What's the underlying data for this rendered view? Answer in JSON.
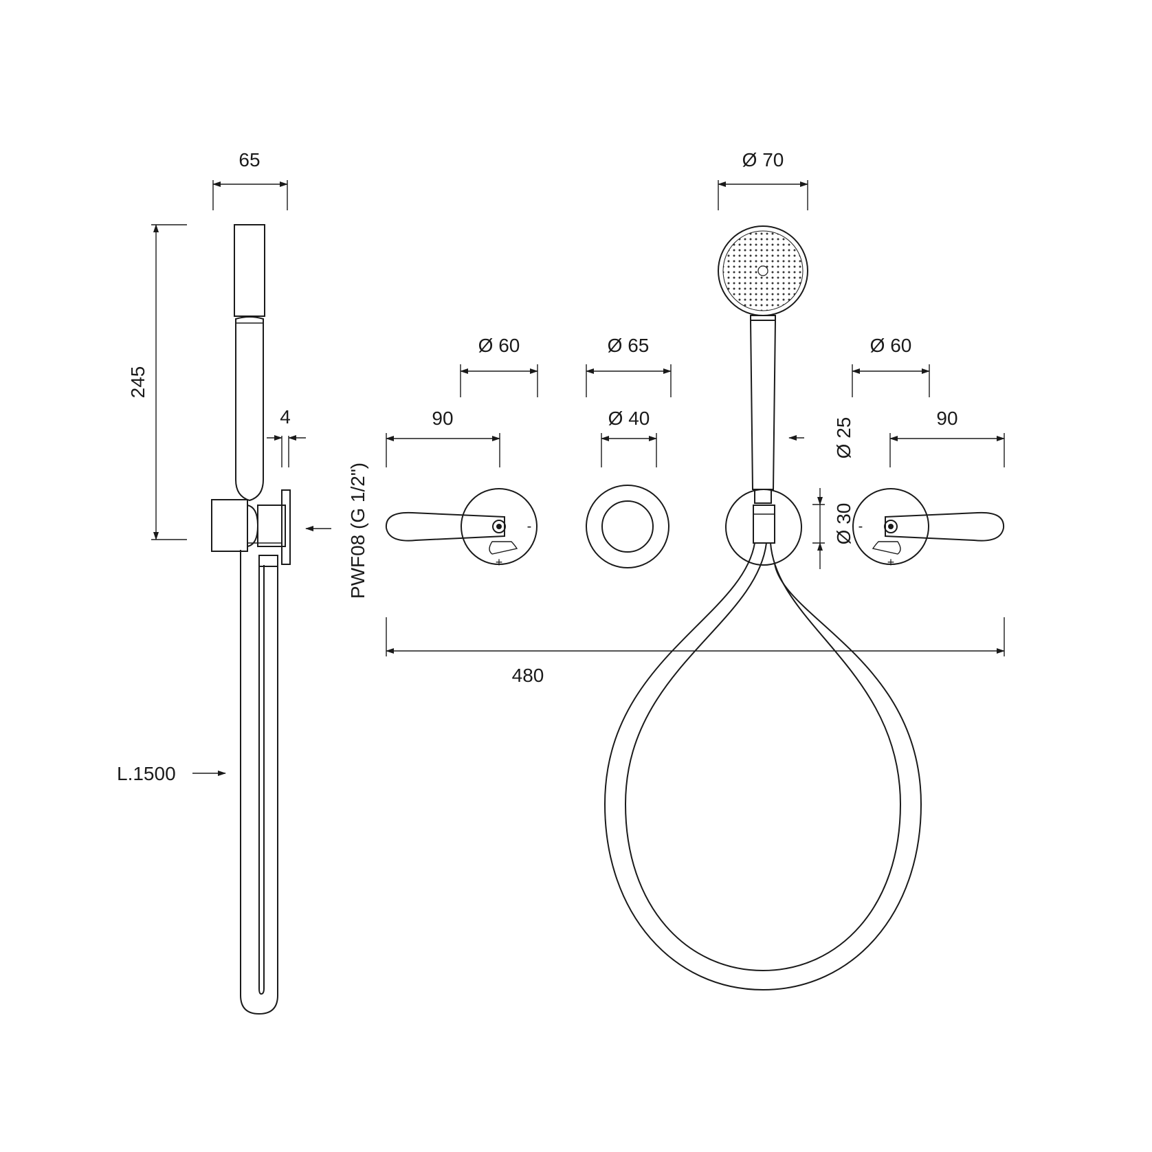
{
  "diagram": {
    "side_view": {
      "width_label": "65",
      "height_label": "245",
      "offset_label": "4",
      "hose_length_label": "L.1500"
    },
    "front_view": {
      "handle_diameter_label": "Ø 70",
      "left_mixer_diameter_label": "Ø 60",
      "left_mixer_length_label": "90",
      "center_outer_diameter_label": "Ø 65",
      "center_inner_diameter_label": "Ø 40",
      "handshower_shaft_label": "Ø 25",
      "holder_diameter_label": "Ø 30",
      "right_mixer_diameter_label": "Ø 60",
      "right_mixer_length_label": "90",
      "overall_width_label": "480",
      "connection_label": "PWF08 (G 1/2\")",
      "minus_sign": "-",
      "plus_sign": "+"
    },
    "line_color": "#1a1a1a"
  }
}
